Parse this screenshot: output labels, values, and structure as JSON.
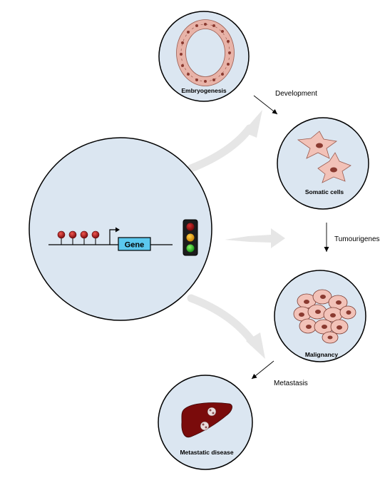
{
  "nodes": {
    "embryogenesis": "Embryogenesis",
    "somatic": "Somatic cells",
    "malignancy": "Malignancy",
    "metastatic": "Metastatic disease"
  },
  "transitions": {
    "development": "Development",
    "tumourigenes": "Tumourigenes",
    "metastasis": "Metastasis"
  },
  "gene_label": "Gene",
  "icons": [
    "lollipop-methylation-icon",
    "transcription-start-arrow-icon",
    "traffic-light-icon",
    "cell-icon",
    "liver-icon"
  ],
  "colors": {
    "circle_fill": "#dbe6f1",
    "gene_box": "#5bc8ef",
    "methyl_mark": "#b3151b",
    "cell": "#f2c2b8",
    "nucleus": "#8a3a30",
    "liver": "#7a0b0b",
    "flow_arrow": "#e3e3e3",
    "light_red": "#a51010",
    "light_amber": "#e9a000",
    "light_green": "#21c021"
  }
}
